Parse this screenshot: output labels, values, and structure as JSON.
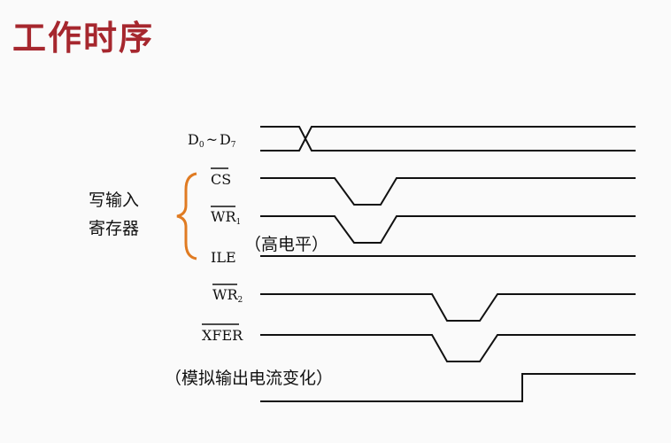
{
  "title": "工作时序",
  "group_label_line1": "写输入",
  "group_label_line2": "寄存器",
  "signals": {
    "data_bus": {
      "main": "D",
      "sub_start": "0",
      "tilde": "~",
      "main_end": "D",
      "sub_end": "7"
    },
    "cs": {
      "label": "CS"
    },
    "wr1": {
      "main": "WR",
      "sub": "1"
    },
    "ile": {
      "label": "ILE",
      "note": "（高电平）"
    },
    "wr2": {
      "main": "WR",
      "sub": "2"
    },
    "xfer": {
      "label": "XFER"
    },
    "analog_note": "（模拟输出电流变化）"
  },
  "colors": {
    "title": "#a6272e",
    "brace": "#e07b22",
    "wave": "#111111"
  }
}
